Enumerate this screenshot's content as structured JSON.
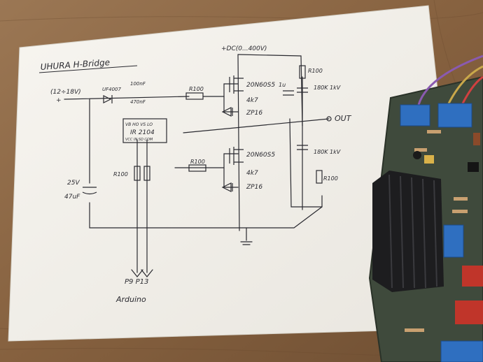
{
  "photo": {
    "subject": "hand-drawn H-bridge schematic on paper beside a populated circuit board",
    "colors": {
      "table": "#8a6a4a",
      "paper": "#f3f1ec",
      "ink": "#2a2a30",
      "pcb": "#3f4a3c",
      "heatsink": "#1d1d1f",
      "terminal": "#2f6fc0"
    }
  },
  "schematic": {
    "title": "UHURA  H-Bridge",
    "supply_label": "+DC(0...400V)",
    "input_label": "(12÷18V)",
    "input_plus": "+",
    "diode_top": "UF4007",
    "cap_boot": "100nF",
    "cap_boot2": "470nF",
    "ic_pins_top": "VB HO VS LO",
    "ic_name": "IR 2104",
    "ic_pins_bottom": "VCC IN SD COM",
    "r_gate_high": "R100",
    "r_gate_low": "R100",
    "mosfet_high": "20N60S5",
    "mosfet_low": "20N60S5",
    "r_high": "4k7",
    "r_low": "4k7",
    "zener_high": "ZP16",
    "zener_low": "ZP16",
    "cap_25v": "25V",
    "cap_47uf": "47uF",
    "r_in": "R100",
    "r_top": "R100",
    "r_180k_top": "180K 1kV",
    "r_180k_bottom": "180K 1kV",
    "r_bottom": "R100",
    "cap_1u": "1u",
    "out_label": "OUT",
    "pins": "P9  P13",
    "arduino": "Arduino"
  }
}
